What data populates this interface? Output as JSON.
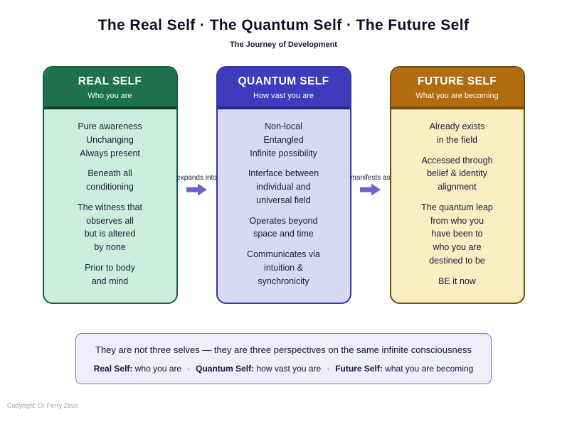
{
  "page": {
    "title": "The Real Self · The Quantum Self · The Future Self",
    "subtitle": "The Journey of Development",
    "copyright": "Copyright: Dr Perry Zeus"
  },
  "arrow_color": "#6c63cf",
  "columns": [
    {
      "header": "REAL SELF",
      "tagline": "Who you are",
      "colors": {
        "header_bg": "#1d7150",
        "header_accent": "#123b2a",
        "body_bg": "#cdeedd",
        "border": "#1d5c42"
      },
      "paragraphs": [
        "Pure awareness\nUnchanging\nAlways present",
        "Beneath all\nconditioning",
        "The witness that\nobserves all\nbut is altered\nby none",
        "Prior to body\nand mind"
      ]
    },
    {
      "header": "QUANTUM SELF",
      "tagline": "How vast you are",
      "colors": {
        "header_bg": "#3c3cbd",
        "header_accent": "#26268c",
        "body_bg": "#d9d9f4",
        "border": "#3333a8"
      },
      "paragraphs": [
        "Non-local\nEntangled\nInfinite possibility",
        "Interface between\nindividual and\nuniversal field",
        "Operates beyond\nspace and time",
        "Communicates via\nintuition &\nsynchronicity"
      ]
    },
    {
      "header": "FUTURE SELF",
      "tagline": "What you are becoming",
      "colors": {
        "header_bg": "#b26c10",
        "header_accent": "#7d4c09",
        "body_bg": "#faeec3",
        "border": "#6b4e0e"
      },
      "paragraphs": [
        "Already exists\nin the field",
        "Accessed through\nbelief & identity\nalignment",
        "The quantum leap\nfrom who you\nhave been to\nwho you are\ndestined to be",
        "BE it now"
      ]
    }
  ],
  "arrows": [
    {
      "label": "expands into"
    },
    {
      "label": "manifests as"
    }
  ],
  "footer_box": {
    "line1": "They are not three selves — they are three perspectives on the same infinite consciousness",
    "separator": "·",
    "segments": [
      {
        "label": "Real Self:",
        "text": "who you are"
      },
      {
        "label": "Quantum Self:",
        "text": "how vast you are"
      },
      {
        "label": "Future Self:",
        "text": "what you are becoming"
      }
    ]
  }
}
